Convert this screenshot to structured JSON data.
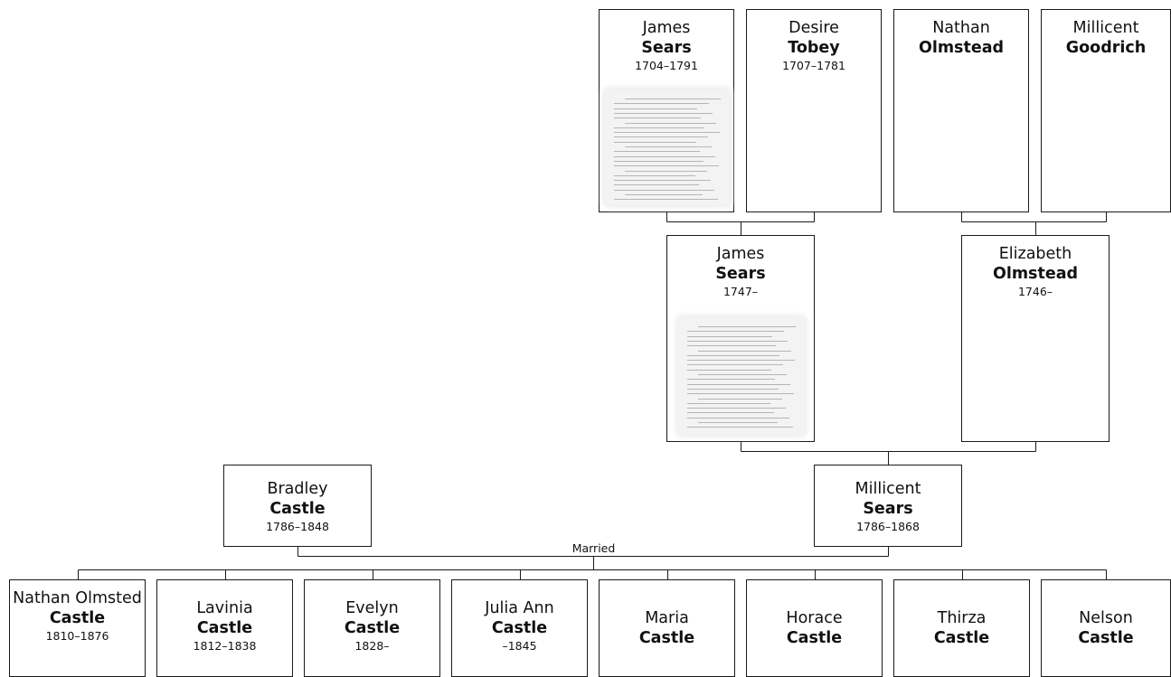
{
  "people": {
    "james_sears_1704": {
      "given": "James",
      "surname": "Sears",
      "dates": "1704–1791",
      "has_document": true,
      "document_icon": "document-thumbnail-icon"
    },
    "desire_tobey": {
      "given": "Desire",
      "surname": "Tobey",
      "dates": "1707–1781",
      "has_document": false
    },
    "nathan_olmstead": {
      "given": "Nathan",
      "surname": "Olmstead",
      "dates": "",
      "has_document": false
    },
    "millicent_goodrich": {
      "given": "Millicent",
      "surname": "Goodrich",
      "dates": "",
      "has_document": false
    },
    "james_sears_1747": {
      "given": "James",
      "surname": "Sears",
      "dates": "1747–",
      "has_document": true,
      "document_icon": "document-thumbnail-icon"
    },
    "elizabeth_olmstead": {
      "given": "Elizabeth",
      "surname": "Olmstead",
      "dates": "1746–",
      "has_document": false
    },
    "bradley_castle": {
      "given": "Bradley",
      "surname": "Castle",
      "dates": "1786–1848",
      "has_document": false
    },
    "millicent_sears": {
      "given": "Millicent",
      "surname": "Sears",
      "dates": "1786–1868",
      "has_document": false
    },
    "nathan_olmsted_castle": {
      "given": "Nathan Olmsted",
      "surname": "Castle",
      "dates": "1810–1876",
      "has_document": false
    },
    "lavinia_castle": {
      "given": "Lavinia",
      "surname": "Castle",
      "dates": "1812–1838",
      "has_document": false
    },
    "evelyn_castle": {
      "given": "Evelyn",
      "surname": "Castle",
      "dates": "1828–",
      "has_document": false
    },
    "julia_ann_castle": {
      "given": "Julia Ann",
      "surname": "Castle",
      "dates": "–1845",
      "has_document": false
    },
    "maria_castle": {
      "given": "Maria",
      "surname": "Castle",
      "dates": "",
      "has_document": false
    },
    "horace_castle": {
      "given": "Horace",
      "surname": "Castle",
      "dates": "",
      "has_document": false
    },
    "thirza_castle": {
      "given": "Thirza",
      "surname": "Castle",
      "dates": "",
      "has_document": false
    },
    "nelson_castle": {
      "given": "Nelson",
      "surname": "Castle",
      "dates": "",
      "has_document": false
    }
  },
  "families": [
    {
      "parents": [
        "james_sears_1704",
        "desire_tobey"
      ],
      "children": [
        "james_sears_1747"
      ],
      "label": ""
    },
    {
      "parents": [
        "nathan_olmstead",
        "millicent_goodrich"
      ],
      "children": [
        "elizabeth_olmstead"
      ],
      "label": ""
    },
    {
      "parents": [
        "james_sears_1747",
        "elizabeth_olmstead"
      ],
      "children": [
        "millicent_sears"
      ],
      "label": ""
    },
    {
      "parents": [
        "bradley_castle",
        "millicent_sears"
      ],
      "children": [
        "nathan_olmsted_castle",
        "lavinia_castle",
        "evelyn_castle",
        "julia_ann_castle",
        "maria_castle",
        "horace_castle",
        "thirza_castle",
        "nelson_castle"
      ],
      "label": "Married"
    }
  ],
  "colors": {
    "line": "#1a1a1a",
    "box_border": "#1a1a1a",
    "background": "#ffffff"
  }
}
